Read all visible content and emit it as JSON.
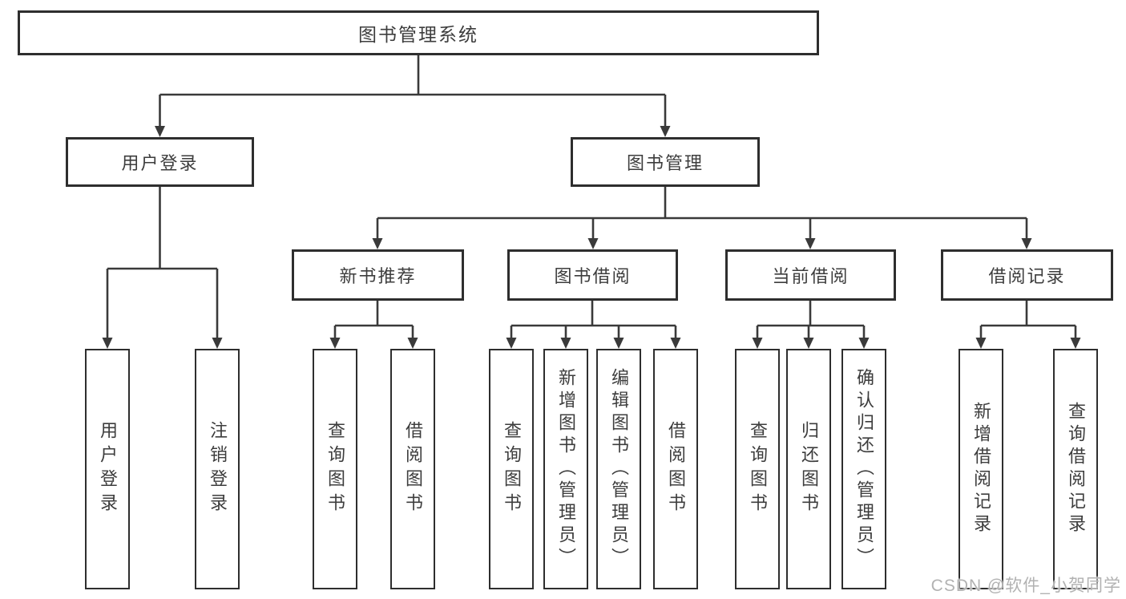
{
  "diagram": {
    "type": "functional-structure-tree",
    "colors": {
      "line": "#3a3a3a",
      "border": "#2e2e2e",
      "text": "#3d3d3d",
      "background": "#ffffff",
      "watermark": "#b2b2b2"
    },
    "tree": {
      "label": "图书管理系统",
      "children": [
        {
          "label": "用户登录",
          "children": [
            {
              "label": "用户登录"
            },
            {
              "label": "注销登录"
            }
          ]
        },
        {
          "label": "图书管理",
          "children": [
            {
              "label": "新书推荐",
              "children": [
                {
                  "label": "查询图书"
                },
                {
                  "label": "借阅图书"
                }
              ]
            },
            {
              "label": "图书借阅",
              "children": [
                {
                  "label": "查询图书"
                },
                {
                  "label": "新增图书（管理员）"
                },
                {
                  "label": "编辑图书（管理员）"
                },
                {
                  "label": "借阅图书"
                }
              ]
            },
            {
              "label": "当前借阅",
              "children": [
                {
                  "label": "查询图书"
                },
                {
                  "label": "归还图书"
                },
                {
                  "label": "确认归还（管理员）"
                }
              ]
            },
            {
              "label": "借阅记录",
              "children": [
                {
                  "label": "新增借阅记录"
                },
                {
                  "label": "查询借阅记录"
                }
              ]
            }
          ]
        }
      ]
    }
  },
  "watermark": {
    "text": "CSDN @软件_小贺同学"
  }
}
